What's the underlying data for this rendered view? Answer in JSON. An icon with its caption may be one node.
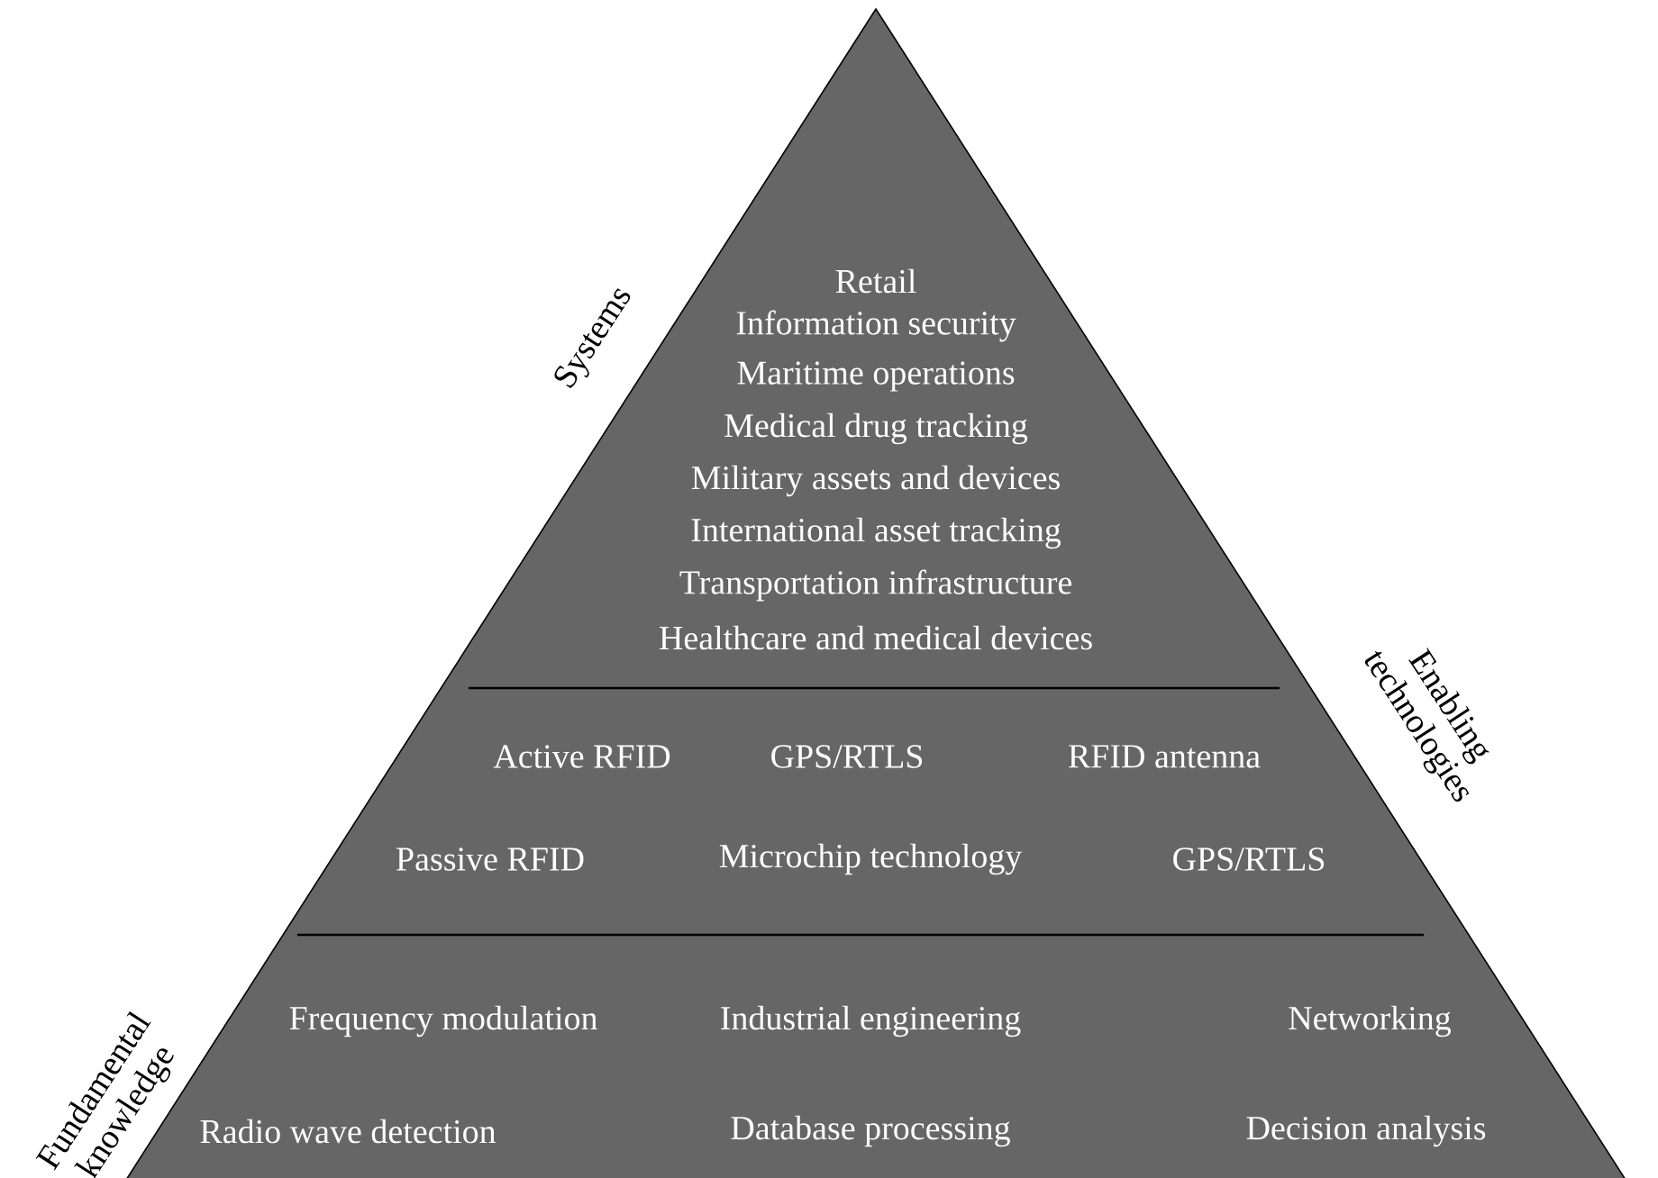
{
  "diagram": {
    "nodes": [
      {
        "text": [
          "Retail",
          "Information security",
          "Maritime operations",
          "Medical drug tracking",
          "Military assets and devices",
          "International asset tracking",
          "Transportation infrastructure",
          "Healthcare and medical devices"
        ],
        "beside": [
          "Systems"
        ]
      },
      {
        "text": [
          "Active RFID",
          "GPS/RTLS",
          "RFID antenna",
          "Passive RFID",
          "Microchip technology",
          "GPS/RTLS"
        ],
        "beside": [
          "Enabling technologies"
        ]
      },
      {
        "text": [
          "Frequency modulation",
          "Industrial engineering",
          "Networking",
          "Radio wave detection",
          "Database processing",
          "Decision analysis"
        ],
        "beside": [
          "Fundamental knowledge"
        ]
      }
    ]
  }
}
